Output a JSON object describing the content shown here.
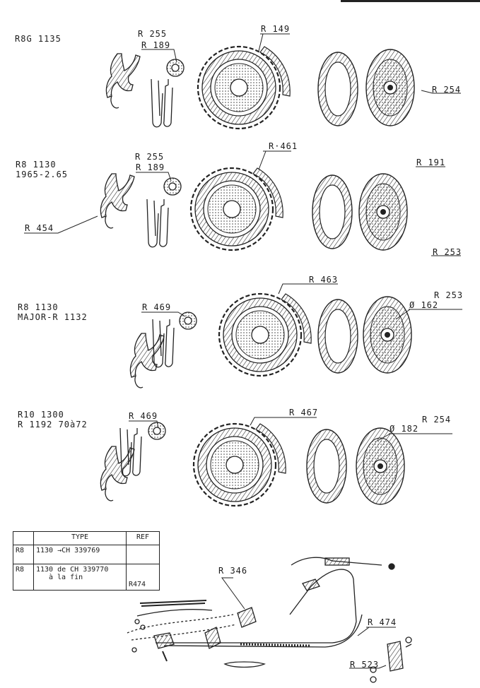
{
  "sections": [
    {
      "title_lines": [
        "R8G 1135"
      ]
    },
    {
      "title_lines": [
        "R8 1130",
        "1965-2.65"
      ]
    },
    {
      "title_lines": [
        "R8 1130",
        "MAJOR-R 1132"
      ]
    },
    {
      "title_lines": [
        "R10 1300",
        "R 1192 70à72"
      ]
    }
  ],
  "callouts": {
    "s1_r255": "R 255",
    "s1_r189": "R 189",
    "s1_r149": "R 149",
    "s1_r254": "R 254",
    "s2_r255": "R 255",
    "s2_r189": "R 189",
    "s2_r461": "R·461",
    "s2_r191": "R 191",
    "s2_r454": "R 454",
    "s2_r253": "R 253",
    "s3_r469": "R 469",
    "s3_r463": "R 463",
    "s3_r253": "R 253",
    "s3_d162": "Ø 162",
    "s4_r469": "R 469",
    "s4_r467": "R 467",
    "s4_r254": "R 254",
    "s4_d182": "Ø 182",
    "b_r346": "R 346",
    "b_r474": "R 474",
    "b_r523": "R 523"
  },
  "table": {
    "headers": [
      "",
      "TYPE",
      "REF"
    ],
    "rows": [
      {
        "model": "R8",
        "type": "1130 →CH 339769",
        "note": "",
        "ref": ""
      },
      {
        "model": "R8",
        "type": "1130 de CH 339770",
        "note": "à la fin",
        "ref": "R474"
      }
    ]
  }
}
